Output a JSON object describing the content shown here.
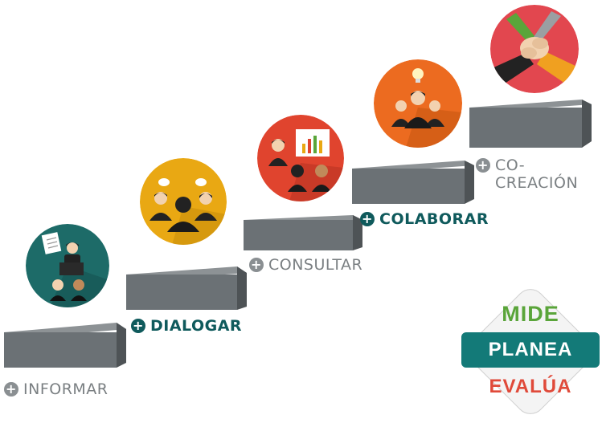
{
  "steps": [
    {
      "label": "INFORMAR",
      "style": "grey",
      "circle_color": "#1d6b68"
    },
    {
      "label": "DIALOGAR",
      "style": "teal",
      "circle_color": "#e9a813"
    },
    {
      "label": "CONSULTAR",
      "style": "grey",
      "circle_color": "#e0442e"
    },
    {
      "label": "COLABORAR",
      "style": "teal",
      "circle_color": "#ec6b20"
    },
    {
      "label_line1": "CO-",
      "label_line2": "CREACIÓN",
      "style": "grey",
      "circle_color": "#e2474f"
    }
  ],
  "plus_symbol": "+",
  "logo": {
    "word1": "MIDE",
    "word2": "PLANEA",
    "word3": "EVALÚA",
    "colors": {
      "green": "#5aa53a",
      "teal": "#137a78",
      "red": "#e04a3a",
      "orange": "#f0a020",
      "grey": "#8a8f92"
    }
  },
  "colors": {
    "stair_top": "#7b8185",
    "stair_front": "#656b6f",
    "stair_shadow": "#4f5457"
  }
}
